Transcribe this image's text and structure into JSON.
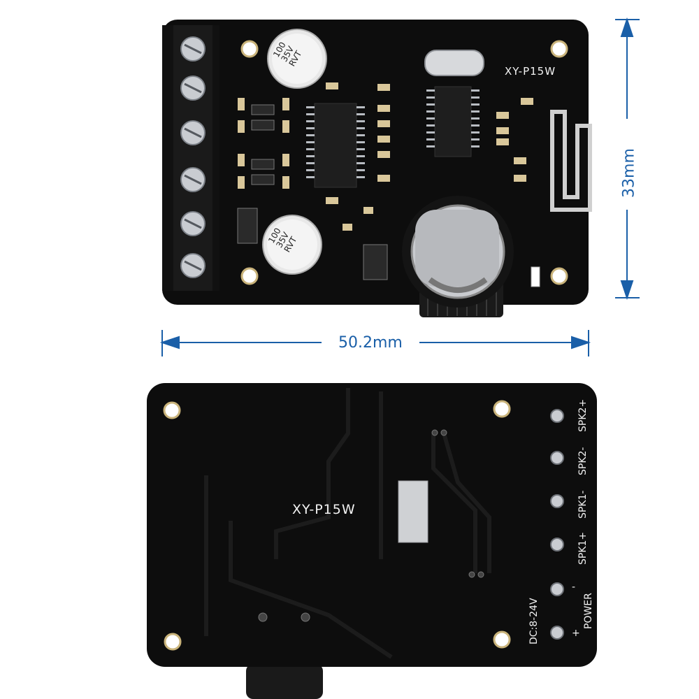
{
  "product": {
    "model_top": "XY-P15W",
    "model_bottom": "XY-P15W"
  },
  "dimensions": {
    "width": "50.2mm",
    "height": "33mm"
  },
  "terminals_bottom": {
    "spk2_plus": "SPK2+",
    "spk2_minus": "SPK2-",
    "spk1_minus": "SPK1-",
    "spk1_plus": "SPK1+",
    "power": "POWER",
    "voltage": "DC:8-24V",
    "minus_sign": "-",
    "plus_sign": "+"
  },
  "capacitor_labels": {
    "top": [
      "100",
      "35V",
      "RVT"
    ],
    "bottom": [
      "100",
      "35V",
      "RVT"
    ]
  },
  "colors": {
    "pcb": "#0d0d0d",
    "silkscreen": "#f2f2f2",
    "dimension_line": "#1a5fa8",
    "terminal_block": "#111111"
  }
}
